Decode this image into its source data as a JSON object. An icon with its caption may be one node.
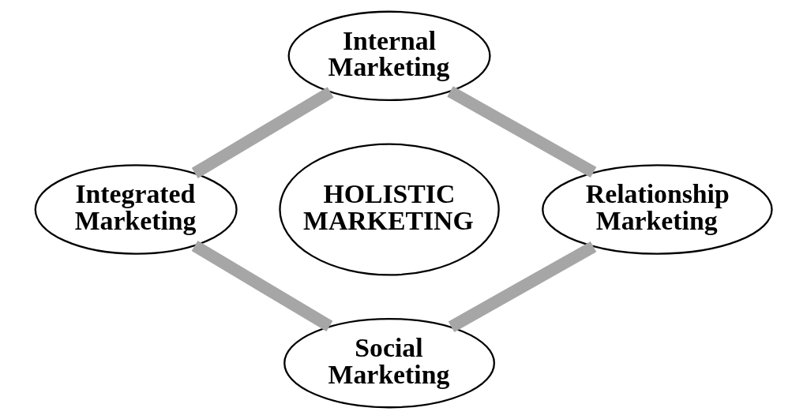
{
  "diagram": {
    "nodes": [
      {
        "text": [
          "Internal Marketing"
        ]
      },
      {
        "text": [
          "Integrated Marketing"
        ]
      },
      {
        "text": [
          "HOLISTIC MARKETING"
        ]
      },
      {
        "text": [
          "Relationship Marketing"
        ]
      },
      {
        "text": [
          "Social Marketing"
        ]
      }
    ],
    "edges": [
      {
        "from": 0,
        "to": 3,
        "arrow": "none",
        "color": "#a6a6a6"
      },
      {
        "from": 3,
        "to": 4,
        "arrow": "none",
        "color": "#a6a6a6"
      },
      {
        "from": 4,
        "to": 1,
        "arrow": "none",
        "color": "#a6a6a6"
      },
      {
        "from": 1,
        "to": 0,
        "arrow": "none",
        "color": "#a6a6a6"
      }
    ]
  }
}
